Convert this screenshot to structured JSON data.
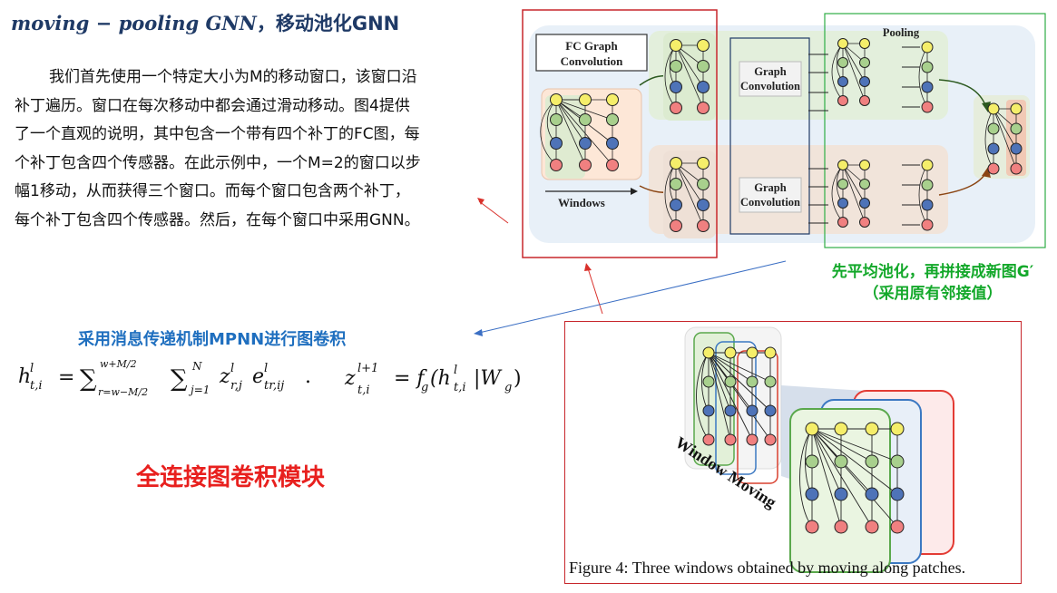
{
  "title": {
    "math": "moving − pooling GNN",
    "rest": "，移动池化GNN"
  },
  "paragraph": [
    "我们首先使用一个特定大小为M的移动窗口，该窗口沿",
    "补丁遍历。窗口在每次移动中都会通过滑动移动。图4提供",
    "了一个直观的说明，其中包含一个带有四个补丁的FC图，每",
    "个补丁包含四个传感器。在此示例中，一个M=2的窗口以步",
    "幅1移动，从而获得三个窗口。而每个窗口包含两个补丁，",
    "每个补丁包含四个传感器。然后，在每个窗口中采用GNN。"
  ],
  "mpnn_label": "采用消息传递机制MPNN进行图卷积",
  "fc_block_label": "全连接图卷积模块",
  "formula": {
    "lhs": "h",
    "lhs_sup": "l",
    "lhs_sub": "t,i",
    "eq": "=",
    "sum1": "∑",
    "sum1_upper": "w+M/2",
    "sum1_lower": "r=w−M/2",
    "sum2": "∑",
    "sum2_upper": "N",
    "sum2_lower": "j=1",
    "term": "z",
    "term_sup": "l",
    "term_sub": "r,j",
    "term2": "e",
    "term2_sup": "l",
    "term2_sub": "tr,ij",
    "dot": ".",
    "z_lhs": "z",
    "z_sup": "l+1",
    "z_sub": "t,i",
    "rhs": "= f",
    "rhs_sub": "g",
    "rhs_arg": "(h",
    "rhs_arg_sup": "l",
    "rhs_arg_sub": "t,i",
    "rhs_tail": "|W",
    "rhs_tail_sub": "g",
    "rhs_close": ")"
  },
  "diagram": {
    "fc_graph_label": [
      "FC Graph",
      "Convolution"
    ],
    "graph_conv_label": [
      "Graph",
      "Convolution"
    ],
    "pooling_label": "Pooling",
    "windows_label": "Windows"
  },
  "green_note": [
    "先平均池化，再拼接成新图G′",
    "（采用原有邻接值）"
  ],
  "figure4": {
    "caption": "Figure 4: Three windows obtained by moving along patches.",
    "moving_label": "Window Moving"
  },
  "colors": {
    "red_box": "#c7262b",
    "green_box": "#2fae45",
    "blue_box": "#1f3a66",
    "node_yellow": "#f5ee6a",
    "node_green": "#a8d08d",
    "node_blue": "#4e73b8",
    "node_red": "#f08080"
  }
}
